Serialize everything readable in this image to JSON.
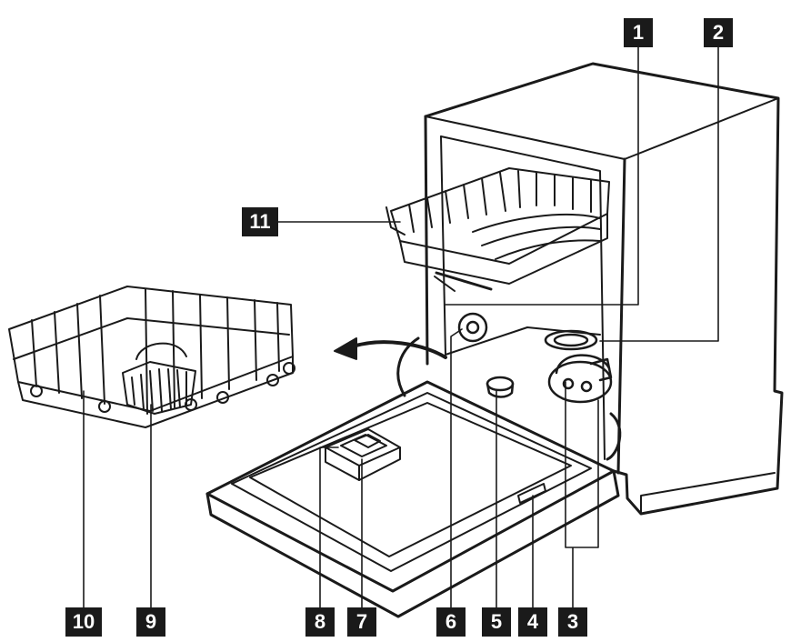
{
  "diagram": {
    "callouts": [
      {
        "id": "c1",
        "label": "1"
      },
      {
        "id": "c2",
        "label": "2"
      },
      {
        "id": "c3",
        "label": "3"
      },
      {
        "id": "c4",
        "label": "4"
      },
      {
        "id": "c5",
        "label": "5"
      },
      {
        "id": "c6",
        "label": "6"
      },
      {
        "id": "c7",
        "label": "7"
      },
      {
        "id": "c8",
        "label": "8"
      },
      {
        "id": "c9",
        "label": "9"
      },
      {
        "id": "c10",
        "label": "10"
      },
      {
        "id": "c11",
        "label": "11"
      }
    ],
    "colors": {
      "line": "#1a1a1a",
      "label_bg": "#1a1a1a",
      "label_text": "#ffffff",
      "background": "#ffffff"
    }
  }
}
